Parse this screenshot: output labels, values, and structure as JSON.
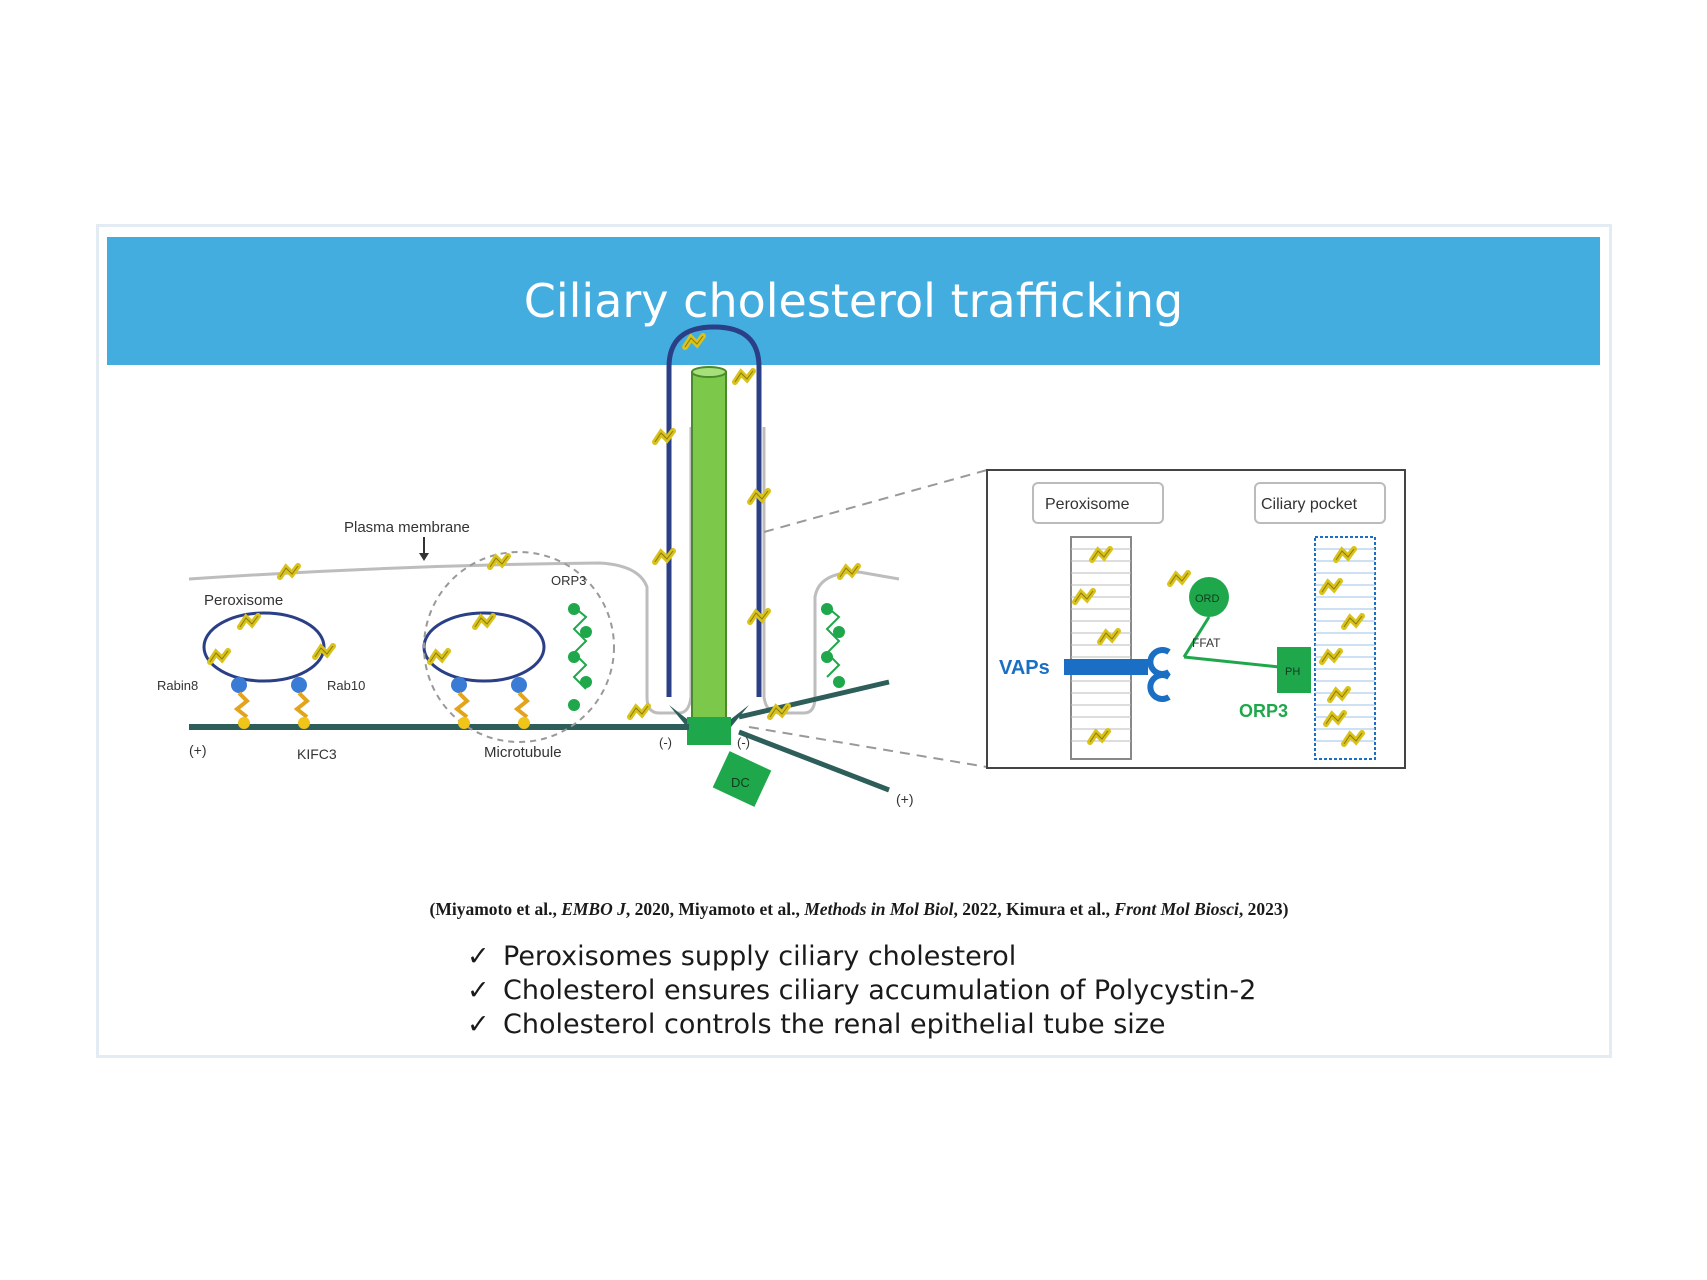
{
  "title": "Ciliary cholesterol trafficking",
  "diagram": {
    "labels": {
      "plasma_membrane": "Plasma membrane",
      "peroxisome": "Peroxisome",
      "rab8": "Rabin8",
      "rab10": "Rab10",
      "kifc3": "KIFC3",
      "microtubule": "Microtubule",
      "plus_left": "(+)",
      "plus_right": "(+)",
      "minus_left": "(-)",
      "minus_right": "(-)",
      "orp3_main": "ORP3",
      "dc": "DC"
    },
    "inset": {
      "peroxisome_header": "Peroxisome",
      "ciliary_pocket_header": "Ciliary pocket",
      "vaps": "VAPs",
      "orp3": "ORP3",
      "ffat": "FFAT",
      "orp3_domain": "ORD",
      "ph": "PH"
    }
  },
  "citation": {
    "c1_authors": "(Miyamoto et al., ",
    "c1_journal": "EMBO J",
    "c1_year": ", 2020, ",
    "c2_authors": "Miyamoto et al., ",
    "c2_journal": "Methods in Mol Biol",
    "c2_year": ", 2022, ",
    "c3_authors": "Kimura et al., ",
    "c3_journal": "Front Mol Biosci",
    "c3_year": ", 2023)"
  },
  "bullets": [
    "Peroxisomes supply ciliary cholesterol",
    "Cholesterol ensures ciliary accumulation of Polycystin-2",
    "Cholesterol controls the renal epithelial tube size"
  ],
  "bullet_mark": "✓",
  "colors": {
    "banner": "#43ade0",
    "cilium_green": "#7cc84a",
    "orp3_green": "#1fa84b",
    "membrane_navy": "#2b3f86",
    "microtubule": "#2e5e5a",
    "vaps_blue": "#1a6fc4",
    "cholesterol": "#e6d21e"
  }
}
